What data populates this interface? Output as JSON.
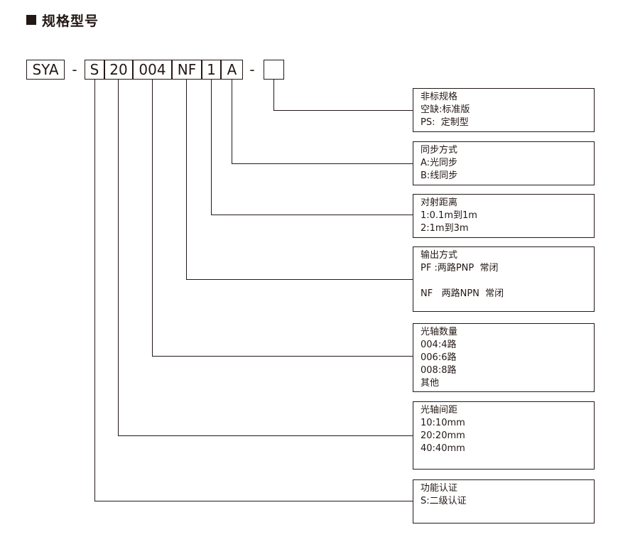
{
  "heading": {
    "title": "规格型号"
  },
  "code": {
    "segments": [
      "SYA",
      "S",
      "20",
      "004",
      "NF",
      "1",
      "A",
      ""
    ],
    "dash": "-"
  },
  "descriptions": [
    {
      "title": "非标规格",
      "lines": [
        "空缺:标准版",
        "PS:  定制型"
      ]
    },
    {
      "title": "同步方式",
      "lines": [
        "A:光同步",
        "B:线同步"
      ]
    },
    {
      "title": "对射距离",
      "lines": [
        "1:0.1m到1m",
        "2:1m到3m"
      ]
    },
    {
      "title": "输出方式",
      "lines": [
        "PF :两路PNP  常闭",
        "",
        "NF   两路NPN  常闭"
      ]
    },
    {
      "title": "光轴数量",
      "lines": [
        "004:4路",
        "006:6路",
        "008:8路",
        "其他"
      ]
    },
    {
      "title": "光轴间距",
      "lines": [
        "10:10mm",
        "20:20mm",
        "40:40mm"
      ]
    },
    {
      "title": "功能认证",
      "lines": [
        "S:二级认证"
      ]
    }
  ]
}
